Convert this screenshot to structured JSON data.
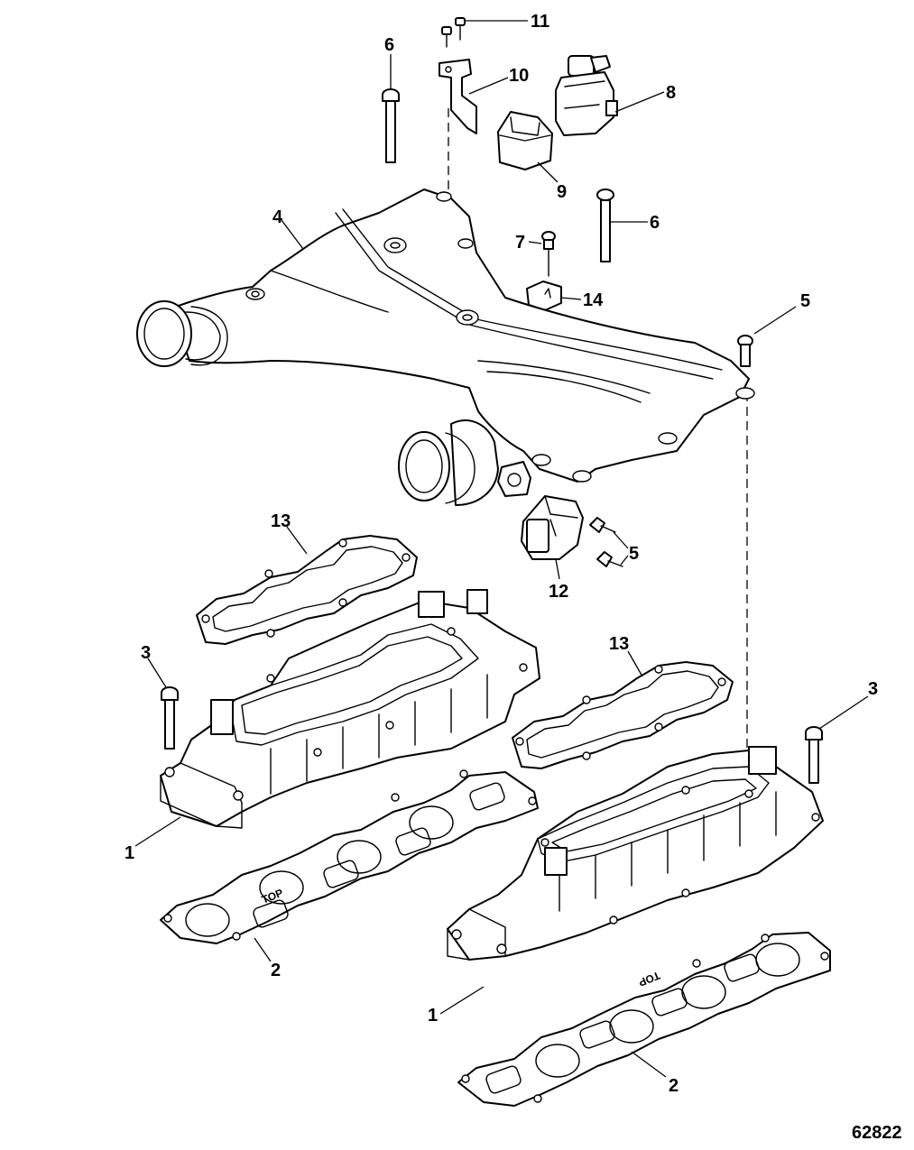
{
  "figure_number": "62822",
  "callouts": [
    {
      "id": "c11",
      "text": "11"
    },
    {
      "id": "c6a",
      "text": "6"
    },
    {
      "id": "c10",
      "text": "10"
    },
    {
      "id": "c8",
      "text": "8"
    },
    {
      "id": "c9",
      "text": "9"
    },
    {
      "id": "c4",
      "text": "4"
    },
    {
      "id": "c6b",
      "text": "6"
    },
    {
      "id": "c7",
      "text": "7"
    },
    {
      "id": "c14",
      "text": "14"
    },
    {
      "id": "c5a",
      "text": "5"
    },
    {
      "id": "c5b",
      "text": "5"
    },
    {
      "id": "c12",
      "text": "12"
    },
    {
      "id": "c13a",
      "text": "13"
    },
    {
      "id": "c13b",
      "text": "13"
    },
    {
      "id": "c3a",
      "text": "3"
    },
    {
      "id": "c3b",
      "text": "3"
    },
    {
      "id": "c1a",
      "text": "1"
    },
    {
      "id": "c1b",
      "text": "1"
    },
    {
      "id": "c2a",
      "text": "2"
    },
    {
      "id": "c2b",
      "text": "2"
    }
  ],
  "gasket_marking": "TOP"
}
